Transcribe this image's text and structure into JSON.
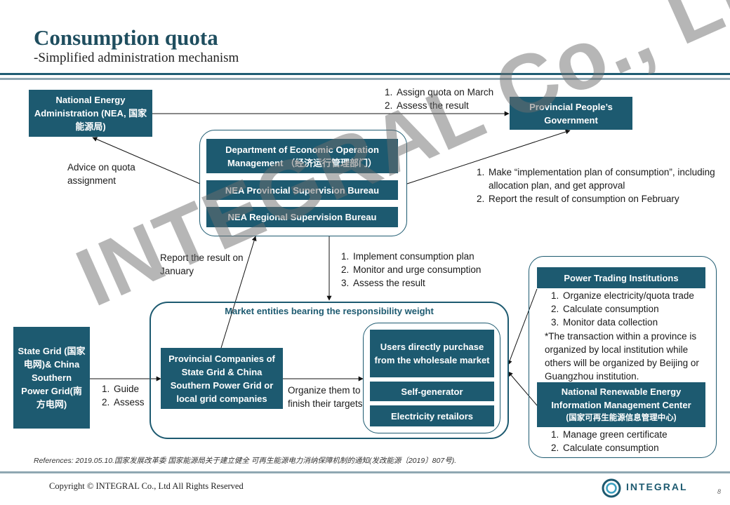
{
  "header": {
    "title": "Consumption quota",
    "subtitle": "-Simplified administration mechanism"
  },
  "nodes": {
    "nea": "National Energy Administration (NEA, 国家能源局)",
    "provincial_gov": "Provincial People’s Government",
    "dept_econ": "Department of Economic Operation Management （经济运行管理部门）",
    "nea_provincial": "NEA Provincial Supervision Bureau",
    "nea_regional": "NEA Regional Supervision Bureau",
    "market_entities_title": "Market entities bearing the responsibility weight",
    "state_grid": "State Grid (国家电网)& China Southern Power Grid(南方电网)",
    "provincial_companies": "Provincial Companies of State Grid & China Southern Power Grid or local grid companies",
    "users_wholesale": "Users directly purchase from the wholesale market",
    "self_generator": "Self-generator",
    "electricity_retailors": "Electricity retailors",
    "power_trading": "Power Trading Institutions",
    "nrei_center": "National Renewable Energy Information Management Center",
    "nrei_center_cn": "(国家可再生能源信息管理中心)"
  },
  "labels": {
    "assign_quota": [
      "Assign quota on March",
      "Assess the result"
    ],
    "advice_quota": "Advice on quota assignment",
    "make_plan": [
      "Make “implementation plan of consumption”, including allocation plan, and get approval",
      "Report the result of consumption on February"
    ],
    "report_january": "Report the result on January",
    "implement": [
      "Implement consumption plan",
      "Monitor and urge consumption",
      "Assess the result"
    ],
    "guide_assess": [
      "Guide",
      "Assess"
    ],
    "organize_them": "Organize them to finish their targets",
    "power_trading_tasks": [
      "Organize electricity/quota trade",
      "Calculate consumption",
      "Monitor data collection"
    ],
    "transaction_note": "*The transaction within a province is organized by local institution while others will be organized by Beijing or Guangzhou institution.",
    "nrei_tasks": [
      "Manage green certificate",
      "Calculate consumption"
    ]
  },
  "footer": {
    "references": "References: 2019.05.10.国家发展改革委 国家能源局关于建立健全 可再生能源电力消纳保障机制的通知(发改能源〔2019〕807号).",
    "copyright": "Copyright © INTEGRAL Co., Ltd All Rights Reserved",
    "logo": "INTEGRAL",
    "page": "8"
  },
  "watermark": "INTEGRAL Co., Ltd",
  "colors": {
    "primary": "#1d5a70",
    "rule_light": "#8fa7b2"
  }
}
